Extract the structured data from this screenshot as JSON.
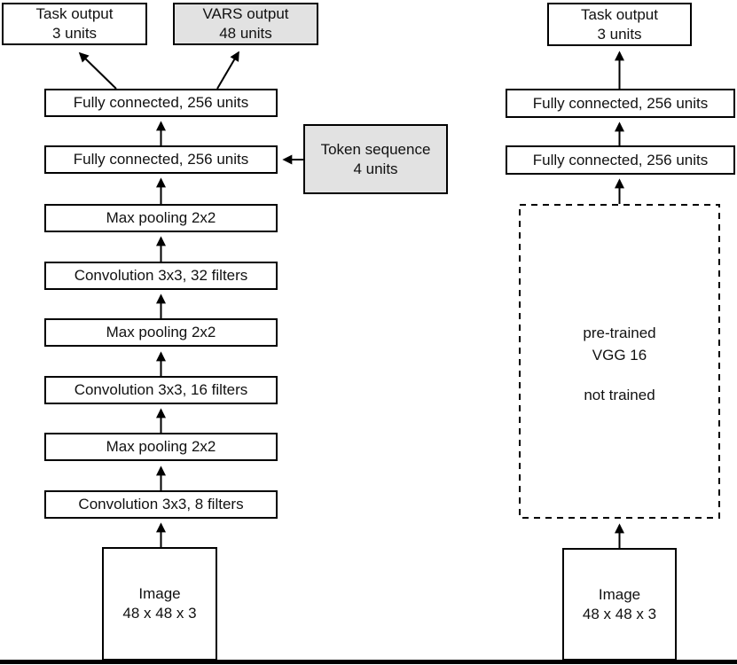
{
  "colors": {
    "background": "#ffffff",
    "box_fill": "#ffffff",
    "highlight_fill": "#e2e2e2",
    "line": "#000000"
  },
  "left_network": {
    "task_output": {
      "line1": "Task output",
      "line2": "3 units"
    },
    "vars_output": {
      "line1": "VARS output",
      "line2": "48 units"
    },
    "token_sequence": {
      "line1": "Token sequence",
      "line2": "4 units"
    },
    "layers": [
      "Fully connected, 256 units",
      "Fully connected, 256 units",
      "Max pooling 2x2",
      "Convolution 3x3, 32 filters",
      "Max pooling 2x2",
      "Convolution 3x3, 16 filters",
      "Max pooling 2x2",
      "Convolution 3x3, 8 filters"
    ],
    "input": {
      "line1": "Image",
      "line2": "48 x 48 x 3"
    }
  },
  "right_network": {
    "task_output": {
      "line1": "Task output",
      "line2": "3 units"
    },
    "layers": [
      "Fully connected, 256 units",
      "Fully connected, 256 units"
    ],
    "vgg": {
      "line1": "pre-trained",
      "line2": "VGG 16",
      "line3": "not trained"
    },
    "input": {
      "line1": "Image",
      "line2": "48 x 48 x 3"
    }
  }
}
